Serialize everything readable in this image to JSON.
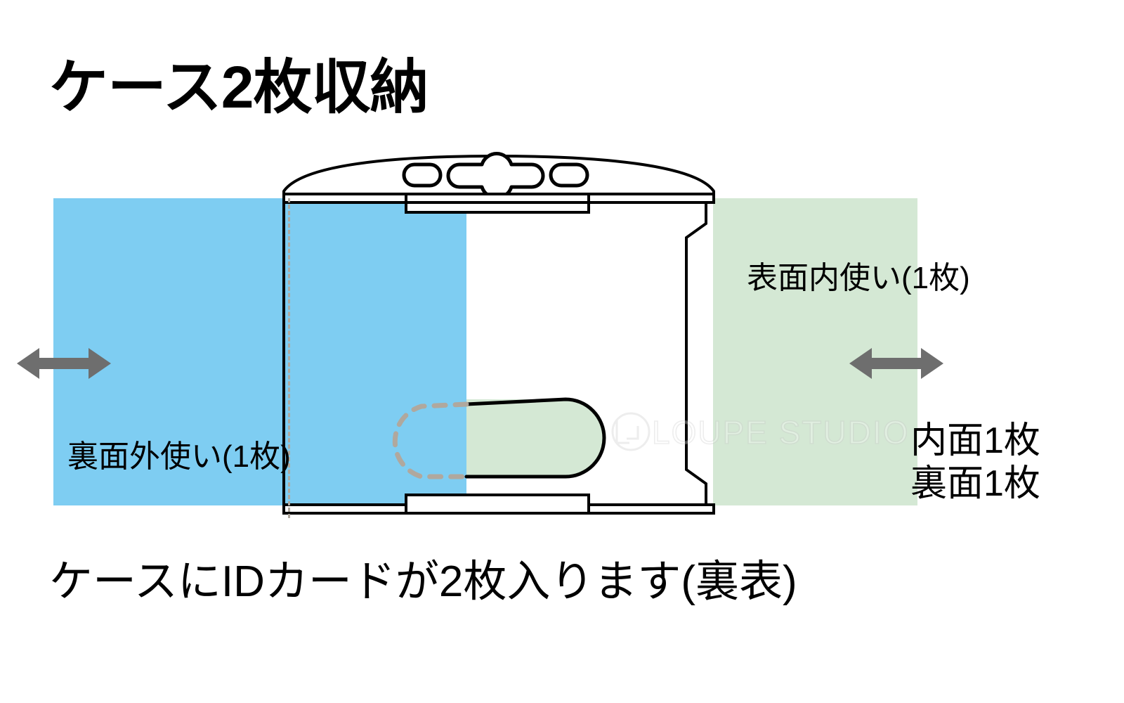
{
  "page": {
    "title": "ケース2枚収納",
    "bottom_caption": "ケースにIDカードが2枚入ります(裏表)",
    "background_color": "#ffffff"
  },
  "panels": {
    "back": {
      "caption": "裏面外使い(1枚)",
      "color": "#7ECDF2",
      "role": "back-outside-card"
    },
    "front": {
      "caption": "表面内使い(1枚)",
      "color": "#D4E8D4",
      "role": "front-inside-card"
    }
  },
  "counts": {
    "line1": "内面1枚",
    "line2": "裏面1枚"
  },
  "arrows": {
    "color": "#6E6E6E",
    "left_label": "double-arrow-left-panel",
    "right_label": "double-arrow-right-panel"
  },
  "illustration": {
    "outline_color": "#000000",
    "fold_line_color": "#b0a89e",
    "name": "id-card-holder-case"
  },
  "watermark": {
    "text": "LOUPE STUDIO",
    "color": "#c9c9c9"
  }
}
